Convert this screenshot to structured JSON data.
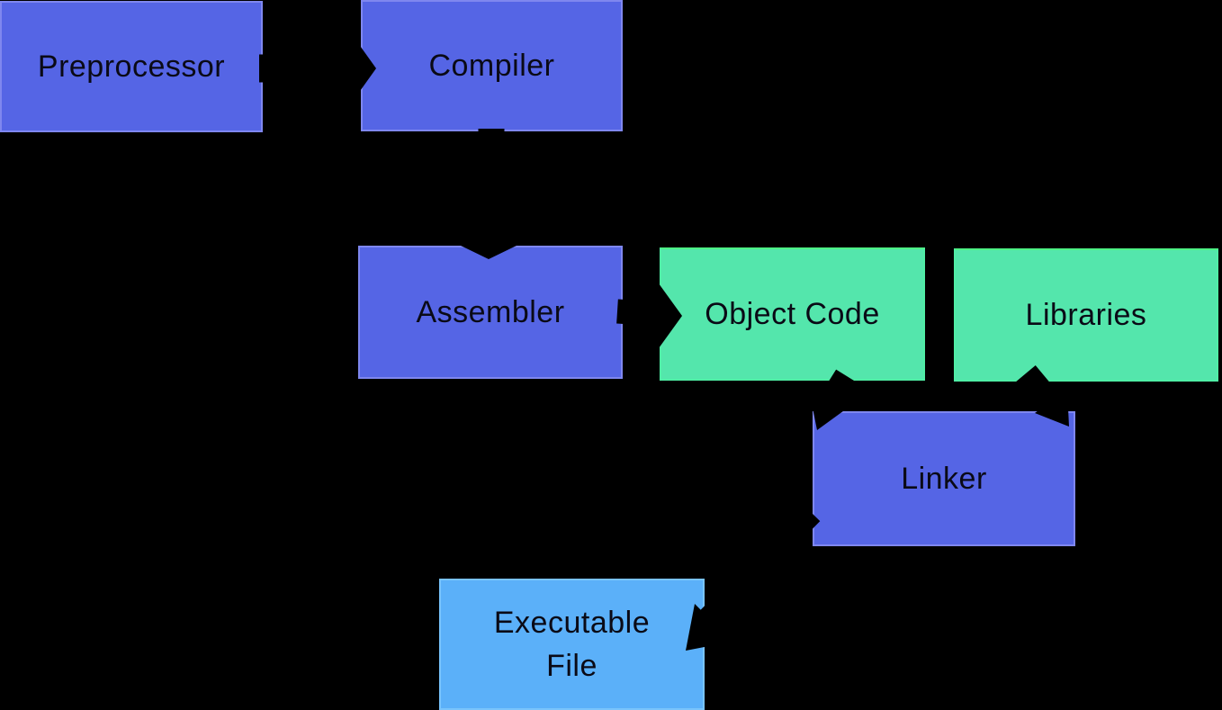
{
  "diagram": {
    "type": "flowchart",
    "subject": "compilation-process",
    "background_color": "#000000",
    "nodes": [
      {
        "id": "preprocessor",
        "label": "Preprocessor",
        "fill": "#5565e5",
        "role": "process-stage"
      },
      {
        "id": "compiler",
        "label": "Compiler",
        "fill": "#5565e5",
        "role": "process-stage"
      },
      {
        "id": "assembler",
        "label": "Assembler",
        "fill": "#5565e5",
        "role": "process-stage"
      },
      {
        "id": "object-code",
        "label": "Object Code",
        "fill": "#54e6ac",
        "role": "artifact"
      },
      {
        "id": "libraries",
        "label": "Libraries",
        "fill": "#54e6ac",
        "role": "artifact"
      },
      {
        "id": "linker",
        "label": "Linker",
        "fill": "#5565e5",
        "role": "process-stage"
      },
      {
        "id": "executable-file",
        "label": "Executable File",
        "fill": "#5bb0f9",
        "role": "output"
      }
    ],
    "edges": [
      {
        "from": "preprocessor",
        "to": "compiler"
      },
      {
        "from": "compiler",
        "to": "assembler"
      },
      {
        "from": "assembler",
        "to": "object-code"
      },
      {
        "from": "object-code",
        "to": "linker"
      },
      {
        "from": "libraries",
        "to": "linker"
      },
      {
        "from": "linker",
        "to": "executable-file"
      }
    ],
    "colors": {
      "process_box": "#5565e5",
      "artifact_box": "#54e6ac",
      "output_box": "#5bb0f9",
      "arrow": "#000000",
      "label_text": "#0a0a16",
      "background": "#000000"
    }
  }
}
